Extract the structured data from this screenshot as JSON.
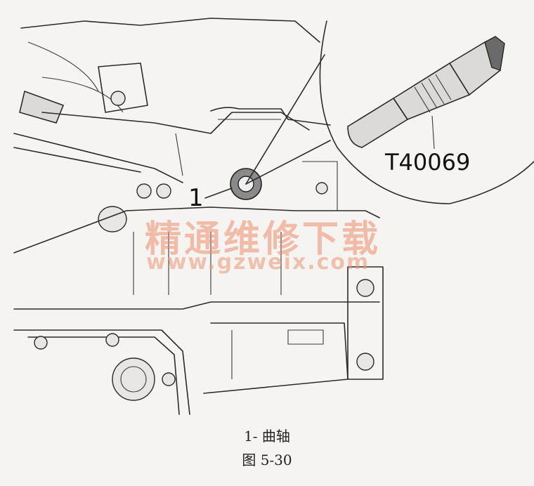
{
  "figure": {
    "callout_number": "1",
    "tool_label": "T40069"
  },
  "watermark": {
    "text": "精通维修下载",
    "url": "www.gzweix.com"
  },
  "caption": {
    "legend": "1- 曲轴",
    "figure_number": "图 5-30"
  }
}
